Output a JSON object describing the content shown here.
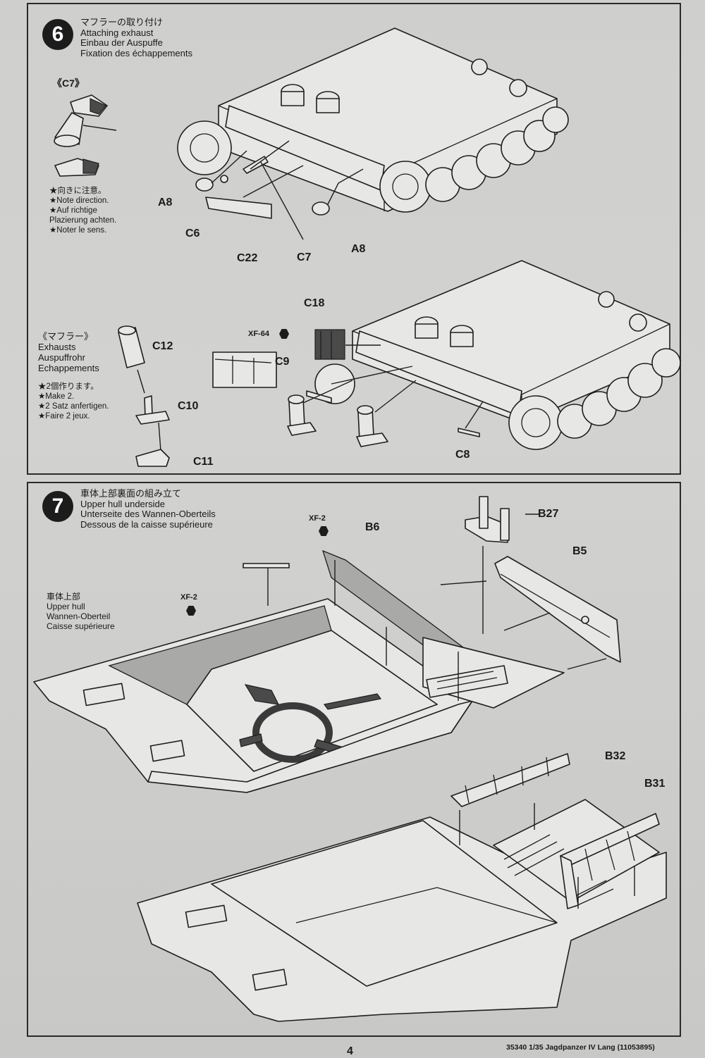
{
  "step6": {
    "number": "6",
    "title_ja": "マフラーの取り付け",
    "title_en": "Attaching exhaust",
    "title_de": "Einbau der Auspuffe",
    "title_fr": "Fixation des échappements",
    "c7_label": "《C7》",
    "c7_note": [
      "★向きに注意。",
      "★Note direction.",
      "★Auf richtige",
      "Plazierung achten.",
      "★Noter le sens."
    ],
    "muffler_ja": "《マフラー》",
    "muffler_en": "Exhausts",
    "muffler_de": "Auspuffrohr",
    "muffler_fr": "Echappements",
    "make_note": [
      "★2個作ります。",
      "★Make 2.",
      "★2 Satz anfertigen.",
      "★Faire 2 jeux."
    ],
    "parts": {
      "a8_left": "A8",
      "c6": "C6",
      "c22": "C22",
      "c7": "C7",
      "a8_right": "A8",
      "c18": "C18",
      "c9": "C9",
      "c8": "C8",
      "c12": "C12",
      "c10": "C10",
      "c11": "C11"
    },
    "paint_xf64": "XF-64"
  },
  "step7": {
    "number": "7",
    "title_ja": "車体上部裏面の組み立て",
    "title_en": "Upper hull underside",
    "title_de": "Unterseite des Wannen-Oberteils",
    "title_fr": "Dessous de la caisse supérieure",
    "hull_ja": "車体上部",
    "hull_en": "Upper hull",
    "hull_de": "Wannen-Oberteil",
    "hull_fr": "Caisse supérieure",
    "paint_left": "XF-2",
    "paint_top": "XF-2",
    "parts": {
      "b6": "B6",
      "b27": "B27",
      "b5": "B5",
      "b32": "B32",
      "b31": "B31"
    }
  },
  "footer": {
    "page_number": "4",
    "kit": "35340  1/35 Jagdpanzer IV Lang (11053895)"
  }
}
